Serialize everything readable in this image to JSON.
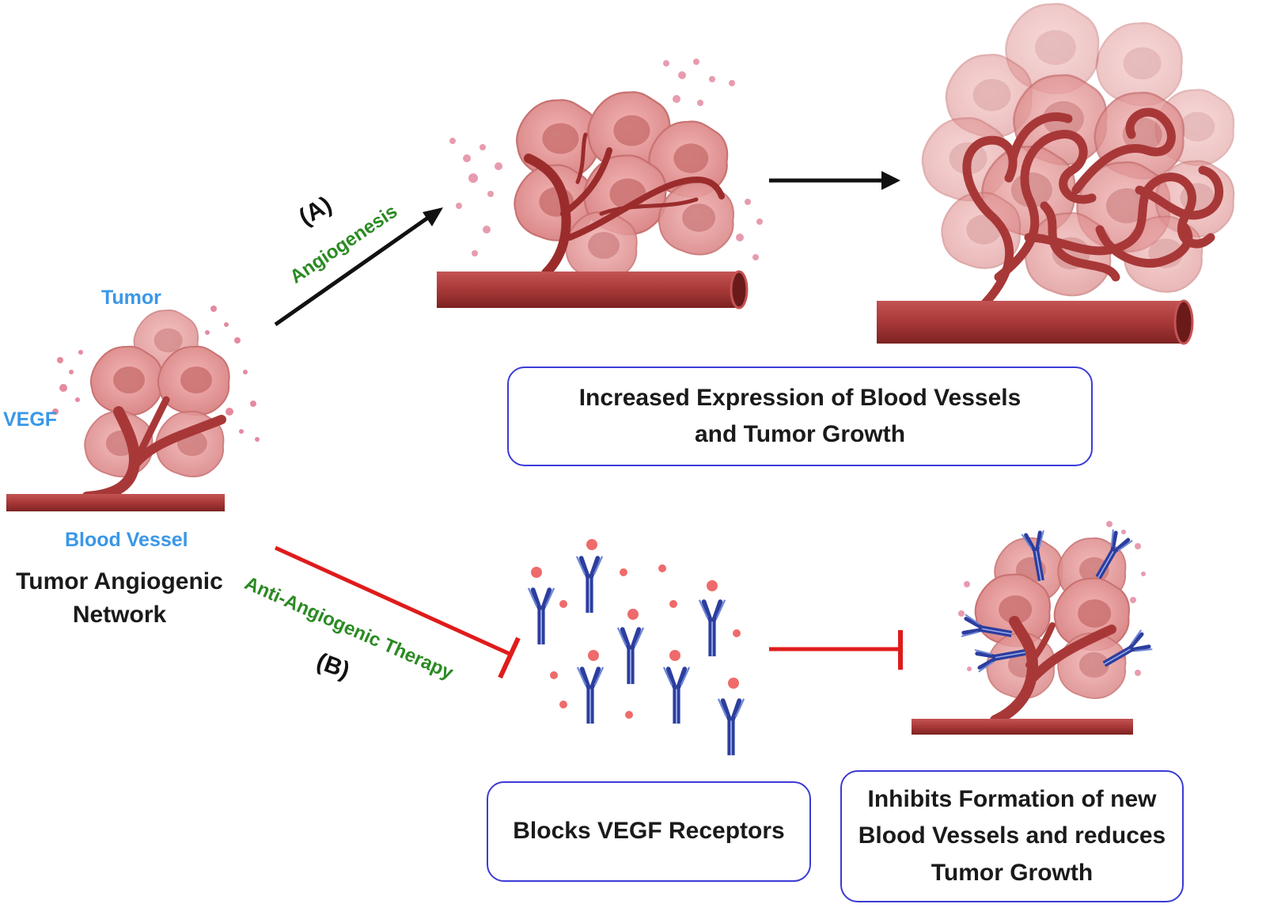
{
  "labels": {
    "tumor": "Tumor",
    "vegf": "VEGF",
    "blood_vessel": "Blood Vessel",
    "network_line1": "Tumor Angiogenic",
    "network_line2": "Network",
    "path_a": "(A)",
    "angiogenesis": "Angiogenesis",
    "path_b": "(B)",
    "anti_angiogenic": "Anti-Angiogenic Therapy"
  },
  "boxes": {
    "increased_line1": "Increased Expression of Blood Vessels",
    "increased_line2": "and Tumor Growth",
    "blocks": "Blocks VEGF Receptors",
    "inhibits_line1": "Inhibits Formation of new",
    "inhibits_line2": "Blood Vessels and reduces",
    "inhibits_line3": "Tumor Growth"
  },
  "colors": {
    "label_blue": "#3a97e8",
    "therapy_green": "#2a8a22",
    "inhibit_red": "#e01b1b",
    "vessel": "#a83838",
    "tumor_cell": "#e59a9a",
    "antibody": "#2c3e9e",
    "box_border": "#3b3bd6"
  }
}
